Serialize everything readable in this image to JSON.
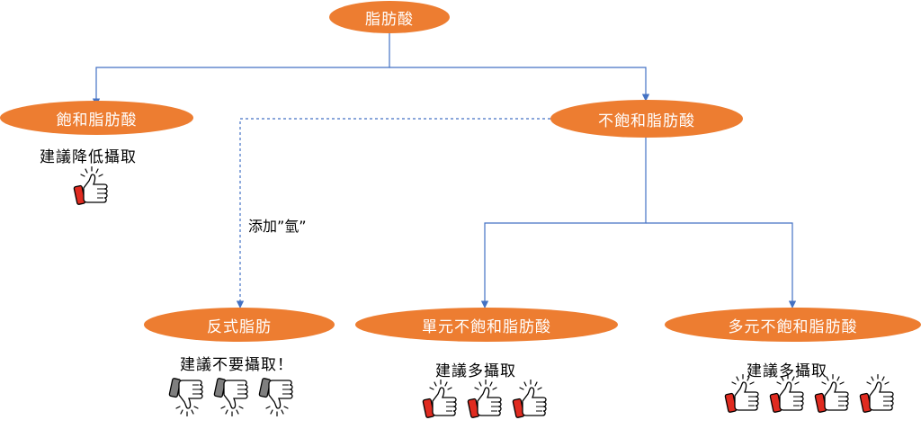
{
  "nodes": {
    "root": "脂肪酸",
    "saturated": "飽和脂肪酸",
    "unsaturated": "不飽和脂肪酸",
    "trans": "反式脂肪",
    "mono": "單元不飽和脂肪酸",
    "poly": "多元不飽和脂肪酸"
  },
  "notes": {
    "saturated": "建議降低攝取",
    "trans": "建議不要攝取！",
    "mono": "建議多攝取",
    "poly": "建議多攝取"
  },
  "edge_labels": {
    "hydrogenation": "添加”氫”"
  },
  "thumbs": {
    "saturated": [
      "up"
    ],
    "trans": [
      "down",
      "down",
      "down"
    ],
    "mono": [
      "up",
      "up",
      "up"
    ],
    "poly": [
      "up",
      "up",
      "up",
      "up"
    ]
  },
  "colors": {
    "node_fill": "#ED7D31",
    "node_text": "#FFFFFF",
    "connector": "#4472C4",
    "thumb_up_cuff": "#E02B20",
    "thumb_down_cuff": "#7F7F7F"
  }
}
